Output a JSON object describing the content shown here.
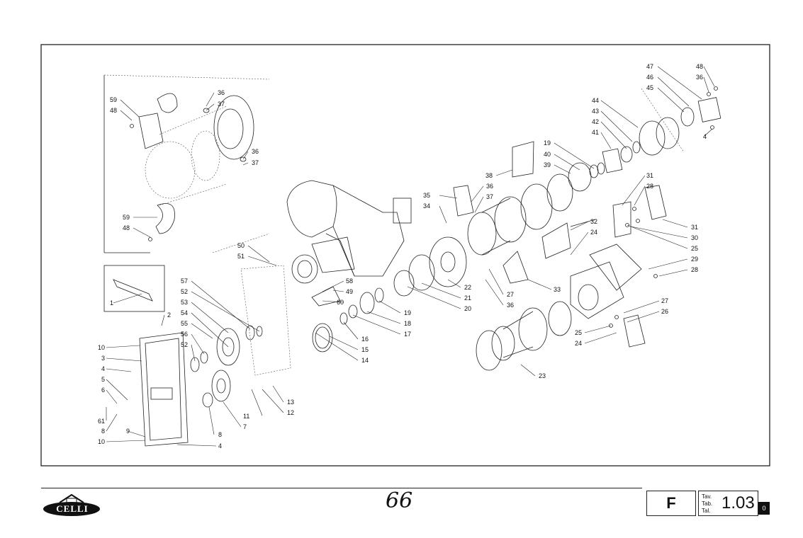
{
  "labels": [
    "59",
    "48",
    "36",
    "37",
    "36",
    "37",
    "59",
    "48",
    "50",
    "51",
    "57",
    "52",
    "53",
    "54",
    "55",
    "56",
    "52",
    "1",
    "2",
    "10",
    "3",
    "4",
    "5",
    "6",
    "61",
    "8",
    "9",
    "10",
    "4",
    "8",
    "7",
    "11",
    "12",
    "13",
    "58",
    "49",
    "60",
    "14",
    "15",
    "16",
    "17",
    "18",
    "19",
    "20",
    "21",
    "22",
    "27",
    "36",
    "23",
    "35",
    "34",
    "36",
    "37",
    "38",
    "19",
    "40",
    "39",
    "44",
    "43",
    "42",
    "41",
    "47",
    "46",
    "45",
    "48",
    "36",
    "4",
    "31",
    "28",
    "31",
    "30",
    "25",
    "32",
    "24",
    "29",
    "28",
    "33",
    "27",
    "26",
    "25",
    "24"
  ],
  "footer": {
    "logo_text": "CELLI",
    "page_number": "66",
    "section": "F",
    "tav": "Tav.",
    "tab": "Tab.",
    "tal": "Tal.",
    "table_code": "1.03",
    "revision": "0"
  }
}
